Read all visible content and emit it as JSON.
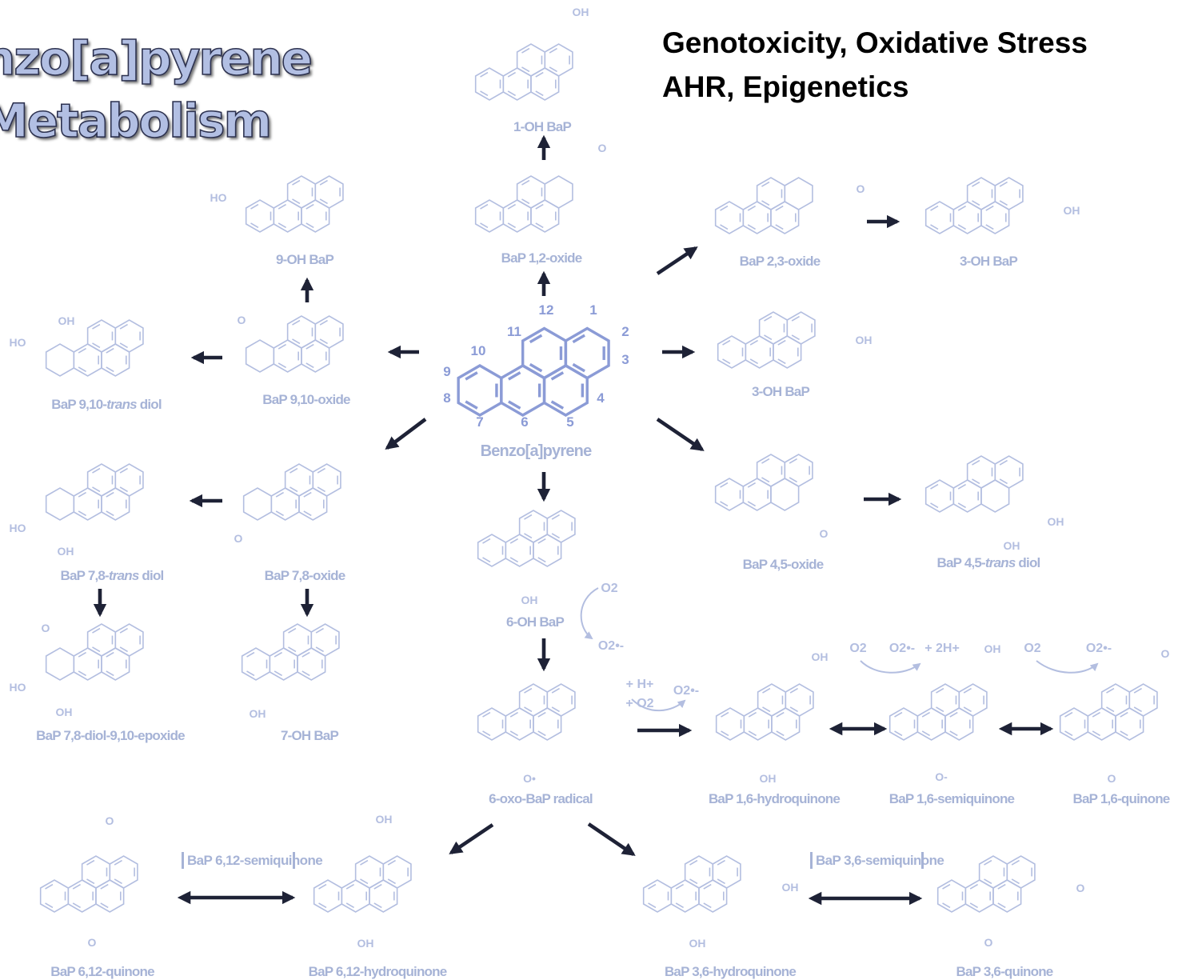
{
  "title": {
    "line1": "nzo[a]pyrene",
    "line2": "Metabolism"
  },
  "topics": {
    "line1": "Genotoxicity, Oxidative Stress",
    "line2": "AHR, Epigenetics"
  },
  "center": {
    "name": "Benzo[a]pyrene",
    "positions": [
      "1",
      "2",
      "3",
      "4",
      "5",
      "6",
      "7",
      "8",
      "9",
      "10",
      "11",
      "12"
    ]
  },
  "compounds": {
    "oh1": "1-OH BaP",
    "oxide12": "BaP 1,2-oxide",
    "oxide23": "BaP 2,3-oxide",
    "oh3a": "3-OH BaP",
    "oh3b": "3-OH BaP",
    "oh9": "9-OH BaP",
    "oxide910": "BaP 9,10-oxide",
    "diol910": {
      "pre": "BaP 9,10-",
      "it": "trans",
      "post": " diol"
    },
    "oxide78": "BaP 7,8-oxide",
    "diol78": {
      "pre": "BaP 7,8-",
      "it": "trans",
      "post": " diol"
    },
    "diolepox": "BaP 7,8-diol-9,10-epoxide",
    "oh7": "7-OH BaP",
    "oh6": "6-OH BaP",
    "oxide45": "BaP 4,5-oxide",
    "diol45": {
      "pre": "BaP 4,5-",
      "it": "trans",
      "post": " diol"
    },
    "radical": "6-oxo-BaP radical",
    "hq16": "BaP 1,6-hydroquinone",
    "sq16": "BaP 1,6-semiquinone",
    "q16": "BaP 1,6-quinone",
    "q612": "BaP 6,12-quinone",
    "sq612": "BaP 6,12-semiquinone",
    "hq612": "BaP 6,12-hydroquinone",
    "hq36": "BaP 3,6-hydroquinone",
    "sq36": "BaP 3,6-semiquinone",
    "q36": "BaP 3,6-quinone"
  },
  "substituents": {
    "oh": "OH",
    "ho": "HO",
    "o": "O",
    "o_radical": "O•",
    "o_minus": "O-"
  },
  "reagents": {
    "o2": "O2",
    "o2_radical": "O2•-",
    "h_plus": "+ H+",
    "plus_o2": "+ O2",
    "two_h_plus": "+ 2H+"
  },
  "colors": {
    "structure": "#b3bee0",
    "central": "#8b9bd6",
    "arrow": "#1e2236",
    "title_fill": "#b2bfe3"
  }
}
